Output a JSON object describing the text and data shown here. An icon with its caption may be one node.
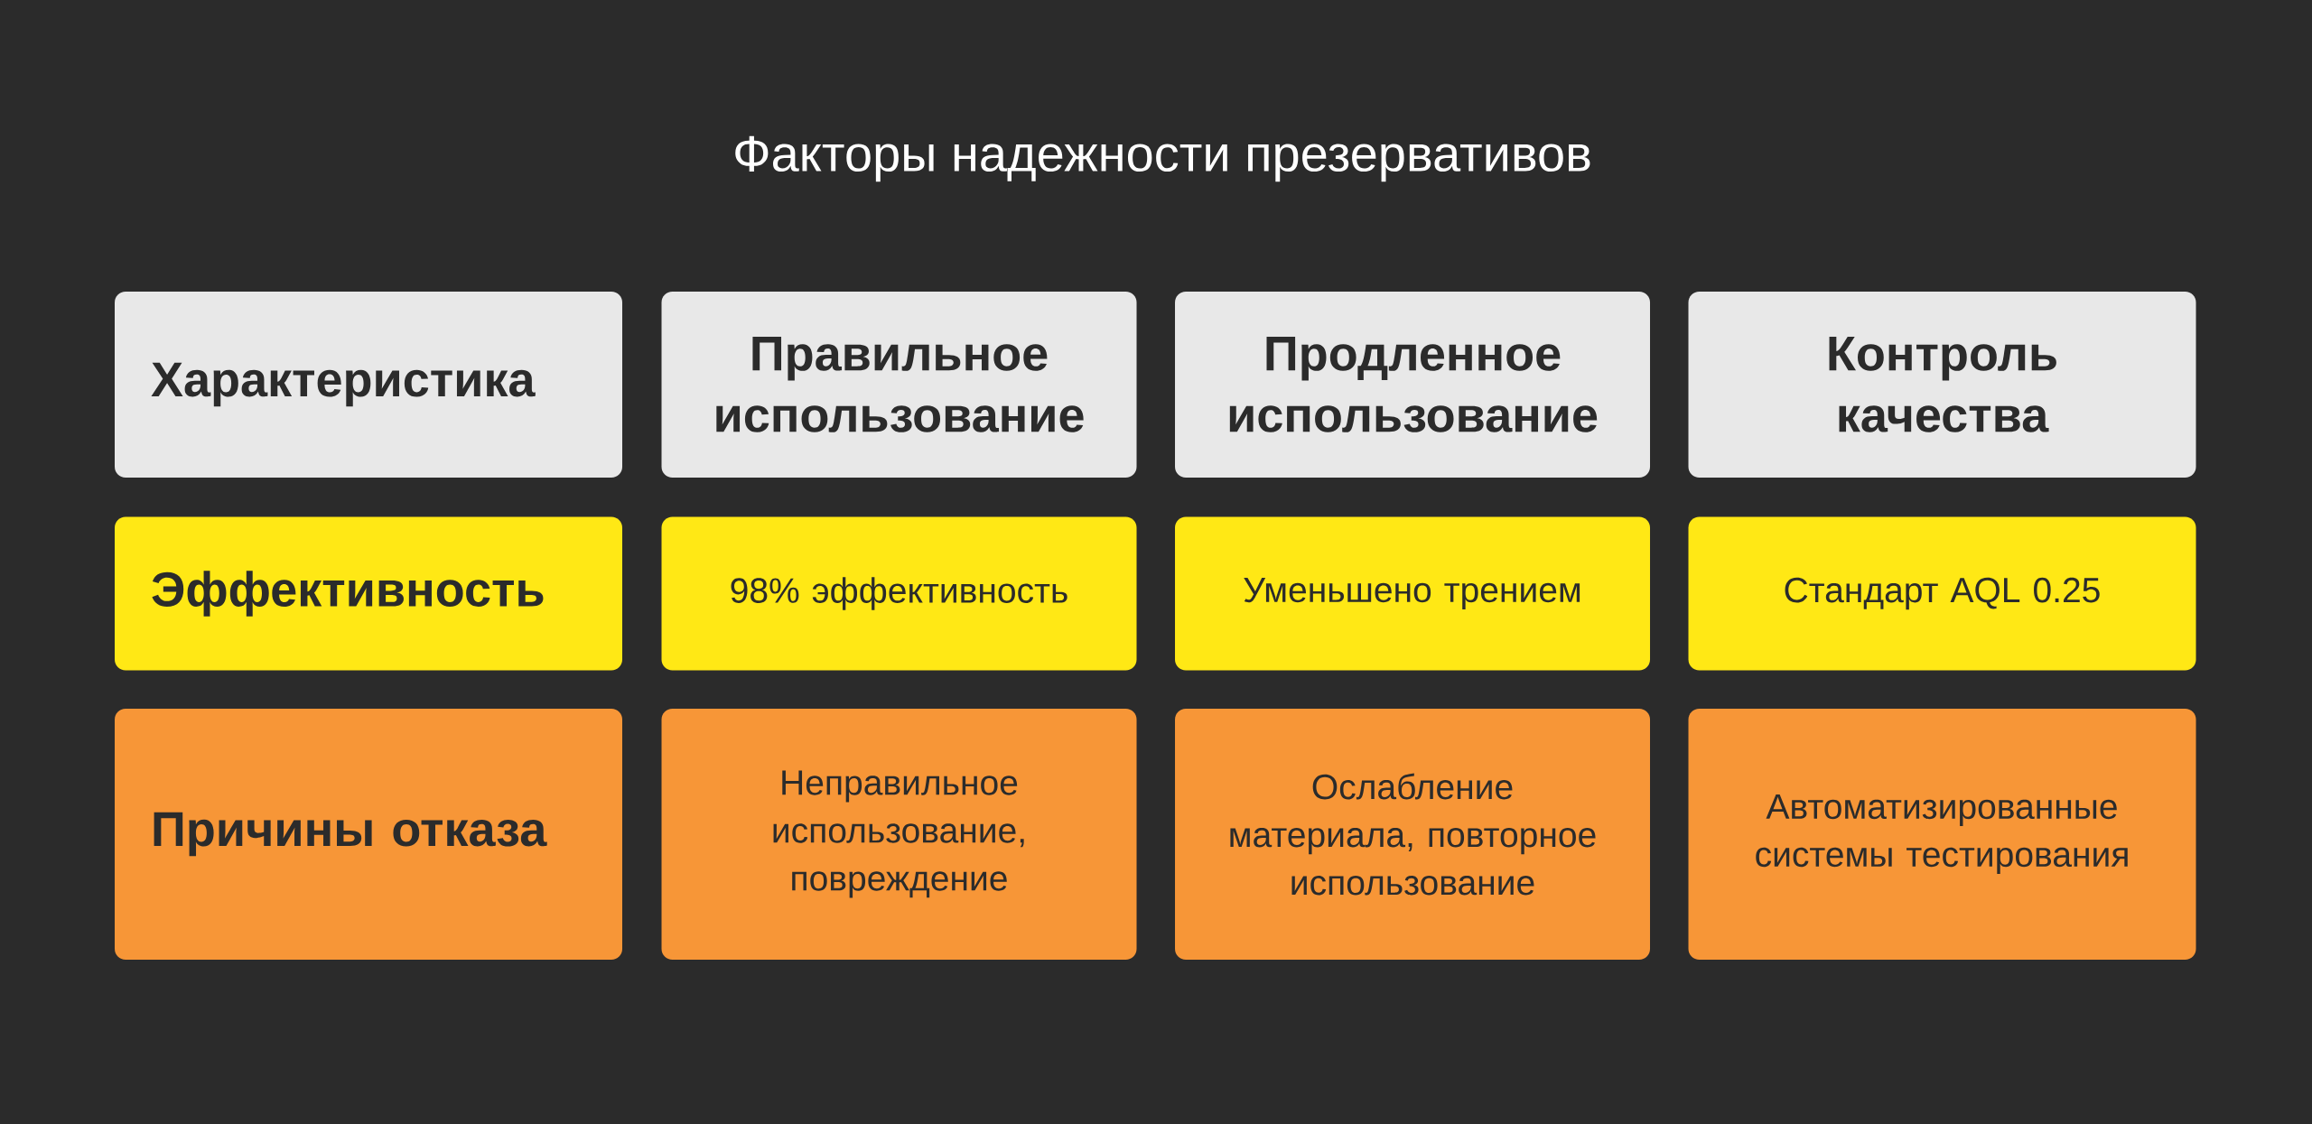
{
  "diagram": {
    "title": "Факторы надежности презервативов",
    "nodes": [
      {
        "text": [
          "Характеристика"
        ]
      },
      {
        "text": [
          "Правильное использование"
        ]
      },
      {
        "text": [
          "Продленное использование"
        ]
      },
      {
        "text": [
          "Контроль качества"
        ]
      },
      {
        "text": [
          "Эффективность"
        ]
      },
      {
        "text": [
          "98% эффективность"
        ]
      },
      {
        "text": [
          "Уменьшено трением"
        ]
      },
      {
        "text": [
          "Стандарт AQL 0.25"
        ]
      },
      {
        "text": [
          "Причины отказа"
        ]
      },
      {
        "text": [
          "Неправильное использование, повреждение"
        ]
      },
      {
        "text": [
          "Ослабление материала, повторное использование"
        ]
      },
      {
        "text": [
          "Автоматизированные системы тестирования"
        ]
      }
    ]
  }
}
